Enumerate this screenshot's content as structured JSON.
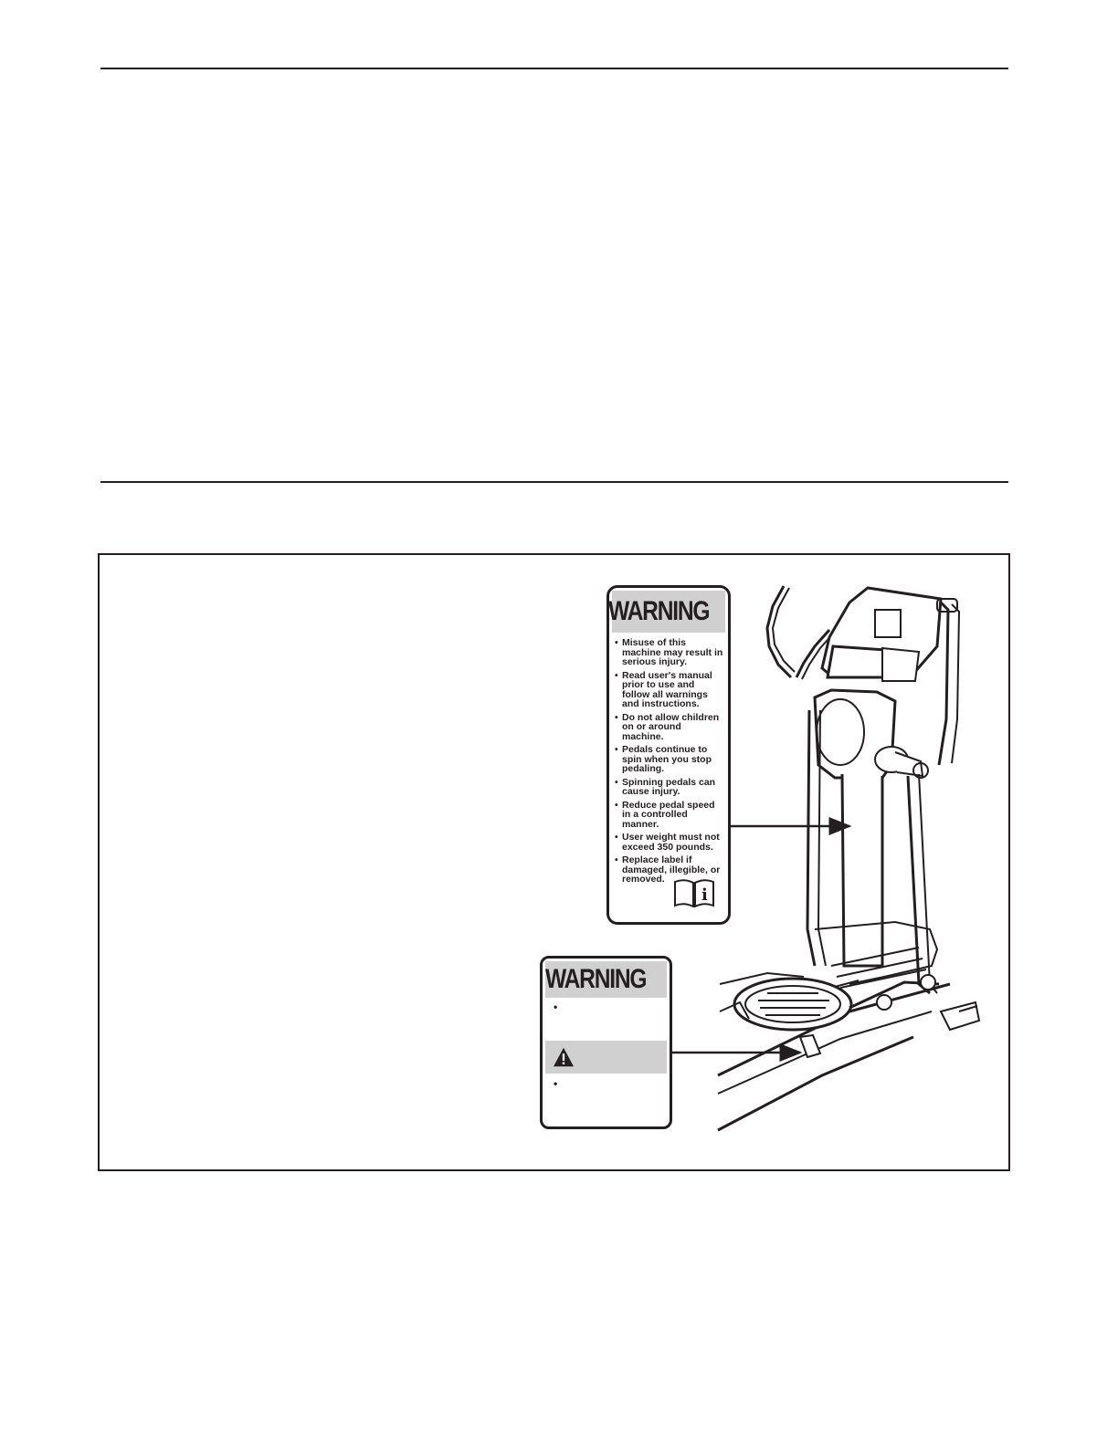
{
  "main_label": {
    "heading": "WARNING",
    "items": [
      "Misuse of this machine may result in serious injury.",
      "Read user's manual prior to use and follow all warnings and instructions.",
      "Do not allow children on or around machine.",
      "Pedals continue to spin when you stop pedaling.",
      "Spinning pedals can cause injury.",
      "Reduce pedal speed in a controlled manner.",
      "User weight must not exceed 350 pounds.",
      "Replace label if damaged, illegible, or removed."
    ],
    "icon": "manual-info-icon"
  },
  "small_label": {
    "heading": "WARNING",
    "bullet_1": "•",
    "bullet_2": "•",
    "icon": "warning-triangle-icon"
  },
  "colors": {
    "ink": "#231f20",
    "label_band": "#d0d0d0"
  }
}
